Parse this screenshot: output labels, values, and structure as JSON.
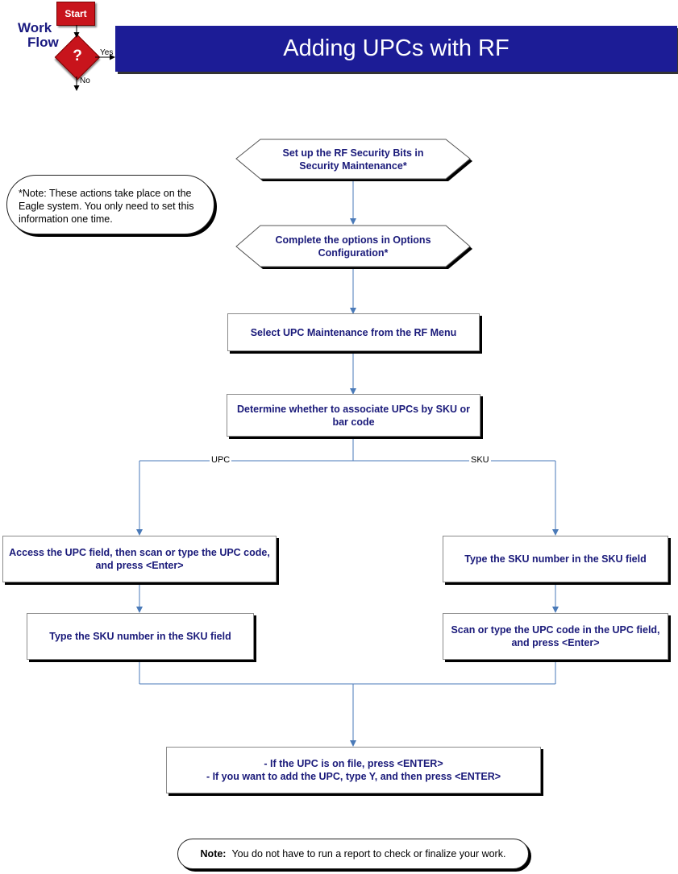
{
  "logo": {
    "start": "Start",
    "line1": "Work",
    "line2": "Flow",
    "question": "?",
    "yes": "Yes",
    "no": "No"
  },
  "header": {
    "title": "Adding UPCs with RF"
  },
  "note_side": "*Note: These actions take place on the Eagle system. You only need to set this information one time.",
  "steps": {
    "security": "Set up the RF Security Bits in Security Maintenance*",
    "options": "Complete the options in Options Configuration*",
    "select_menu": "Select UPC Maintenance from the RF Menu",
    "determine": "Determine whether to associate UPCs by SKU or bar code",
    "upc_access": "Access the UPC field, then scan or type the UPC code, and press <Enter>",
    "upc_sku": "Type the SKU number in the SKU field",
    "sku_type": "Type the SKU number in the SKU field",
    "sku_scan": "Scan or type the UPC code in the UPC field, and press <Enter>",
    "final_line1": "- If the UPC is on file, press <ENTER>",
    "final_line2": "- If you want to add the UPC, type Y, and then press <ENTER>"
  },
  "branches": {
    "left": "UPC",
    "right": "SKU"
  },
  "footer": {
    "note_label": "Note:",
    "note_text": "You do not have to run a report to check or finalize your work."
  }
}
